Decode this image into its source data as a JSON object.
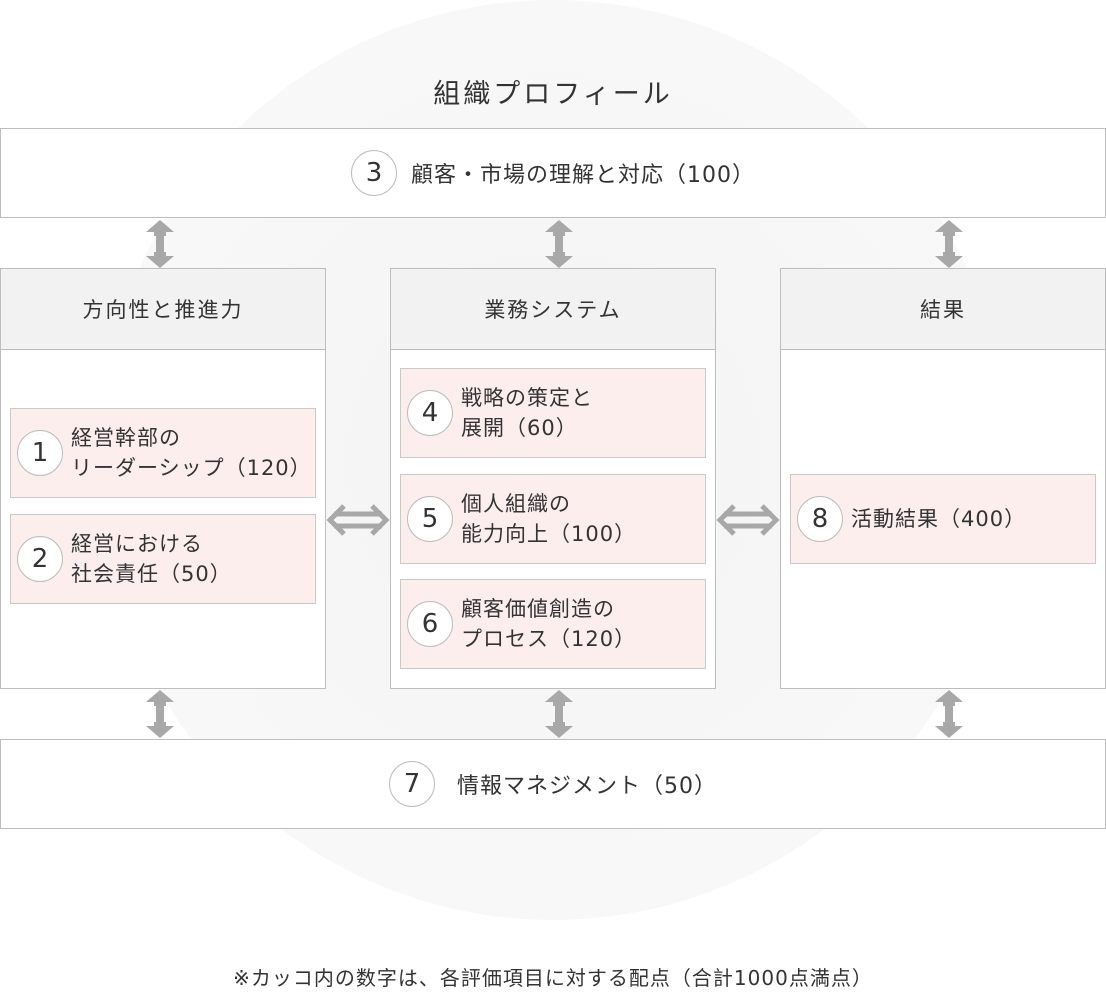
{
  "title": "組織プロフィール",
  "top_bar": {
    "number": "3",
    "label": "顧客・市場の理解と対応（100）"
  },
  "bottom_bar": {
    "number": "7",
    "label": "情報マネジメント（50）"
  },
  "columns": [
    {
      "heading": "方向性と推進力",
      "items": [
        {
          "number": "1",
          "lines": [
            "経営幹部の",
            "リーダーシップ（120）"
          ]
        },
        {
          "number": "2",
          "lines": [
            "経営における",
            "社会責任（50）"
          ]
        }
      ]
    },
    {
      "heading": "業務システム",
      "items": [
        {
          "number": "4",
          "lines": [
            "戦略の策定と",
            "展開（60）"
          ]
        },
        {
          "number": "5",
          "lines": [
            "個人組織の",
            "能力向上（100）"
          ]
        },
        {
          "number": "6",
          "lines": [
            "顧客価値創造の",
            "プロセス（120）"
          ]
        }
      ]
    },
    {
      "heading": "結果",
      "items": [
        {
          "number": "8",
          "lines": [
            "活動結果（400）"
          ]
        }
      ]
    }
  ],
  "footnote": "※カッコ内の数字は、各評価項目に対する配点（合計1000点満点）",
  "colors": {
    "item_bg": "#fdeeee",
    "header_bg": "#f2f2f2",
    "border": "#bdbdbd",
    "arrow": "#a8a8a8"
  },
  "connector_icons": [
    "double-arrow-vertical-icon",
    "double-arrow-horizontal-icon"
  ]
}
